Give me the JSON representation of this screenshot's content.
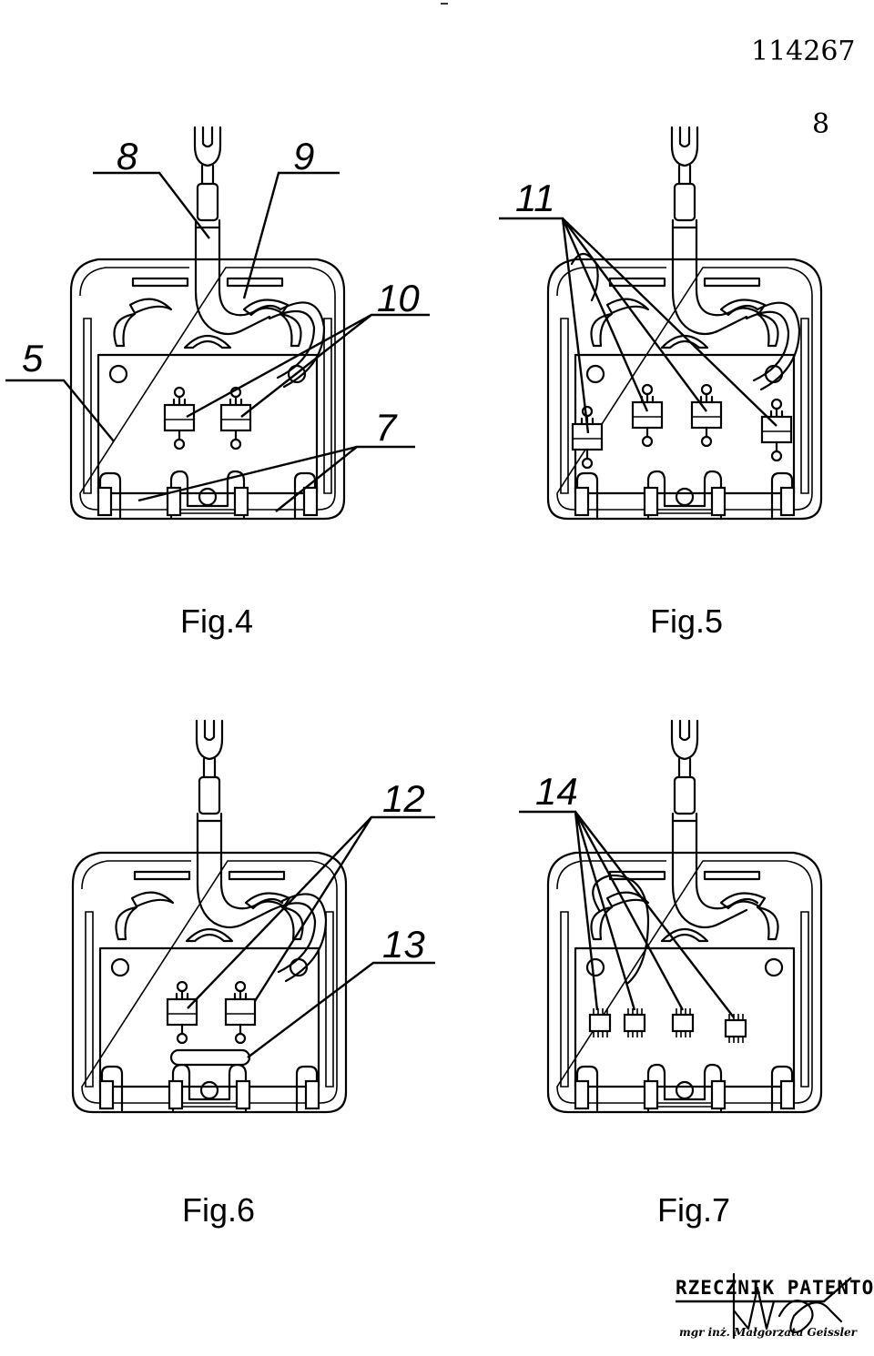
{
  "document": {
    "number": "114267",
    "handwritten_mark": "8"
  },
  "figures": [
    {
      "caption": "Fig.4",
      "labels": {
        "l8": "8",
        "l9": "9",
        "l10": "10",
        "l5": "5",
        "l7": "7"
      },
      "variant": "two-dual-components"
    },
    {
      "caption": "Fig.5",
      "labels": {
        "l11": "11"
      },
      "variant": "four-dual-components"
    },
    {
      "caption": "Fig.6",
      "labels": {
        "l12": "12",
        "l13": "13"
      },
      "variant": "two-dual-components-with-slot"
    },
    {
      "caption": "Fig.7",
      "labels": {
        "l14": "14"
      },
      "variant": "four-ic-chips"
    }
  ],
  "stamp": {
    "line1": "RZECZNIK PATENTOWY",
    "line2": "mgr inż. Małgorzata Geissler"
  }
}
